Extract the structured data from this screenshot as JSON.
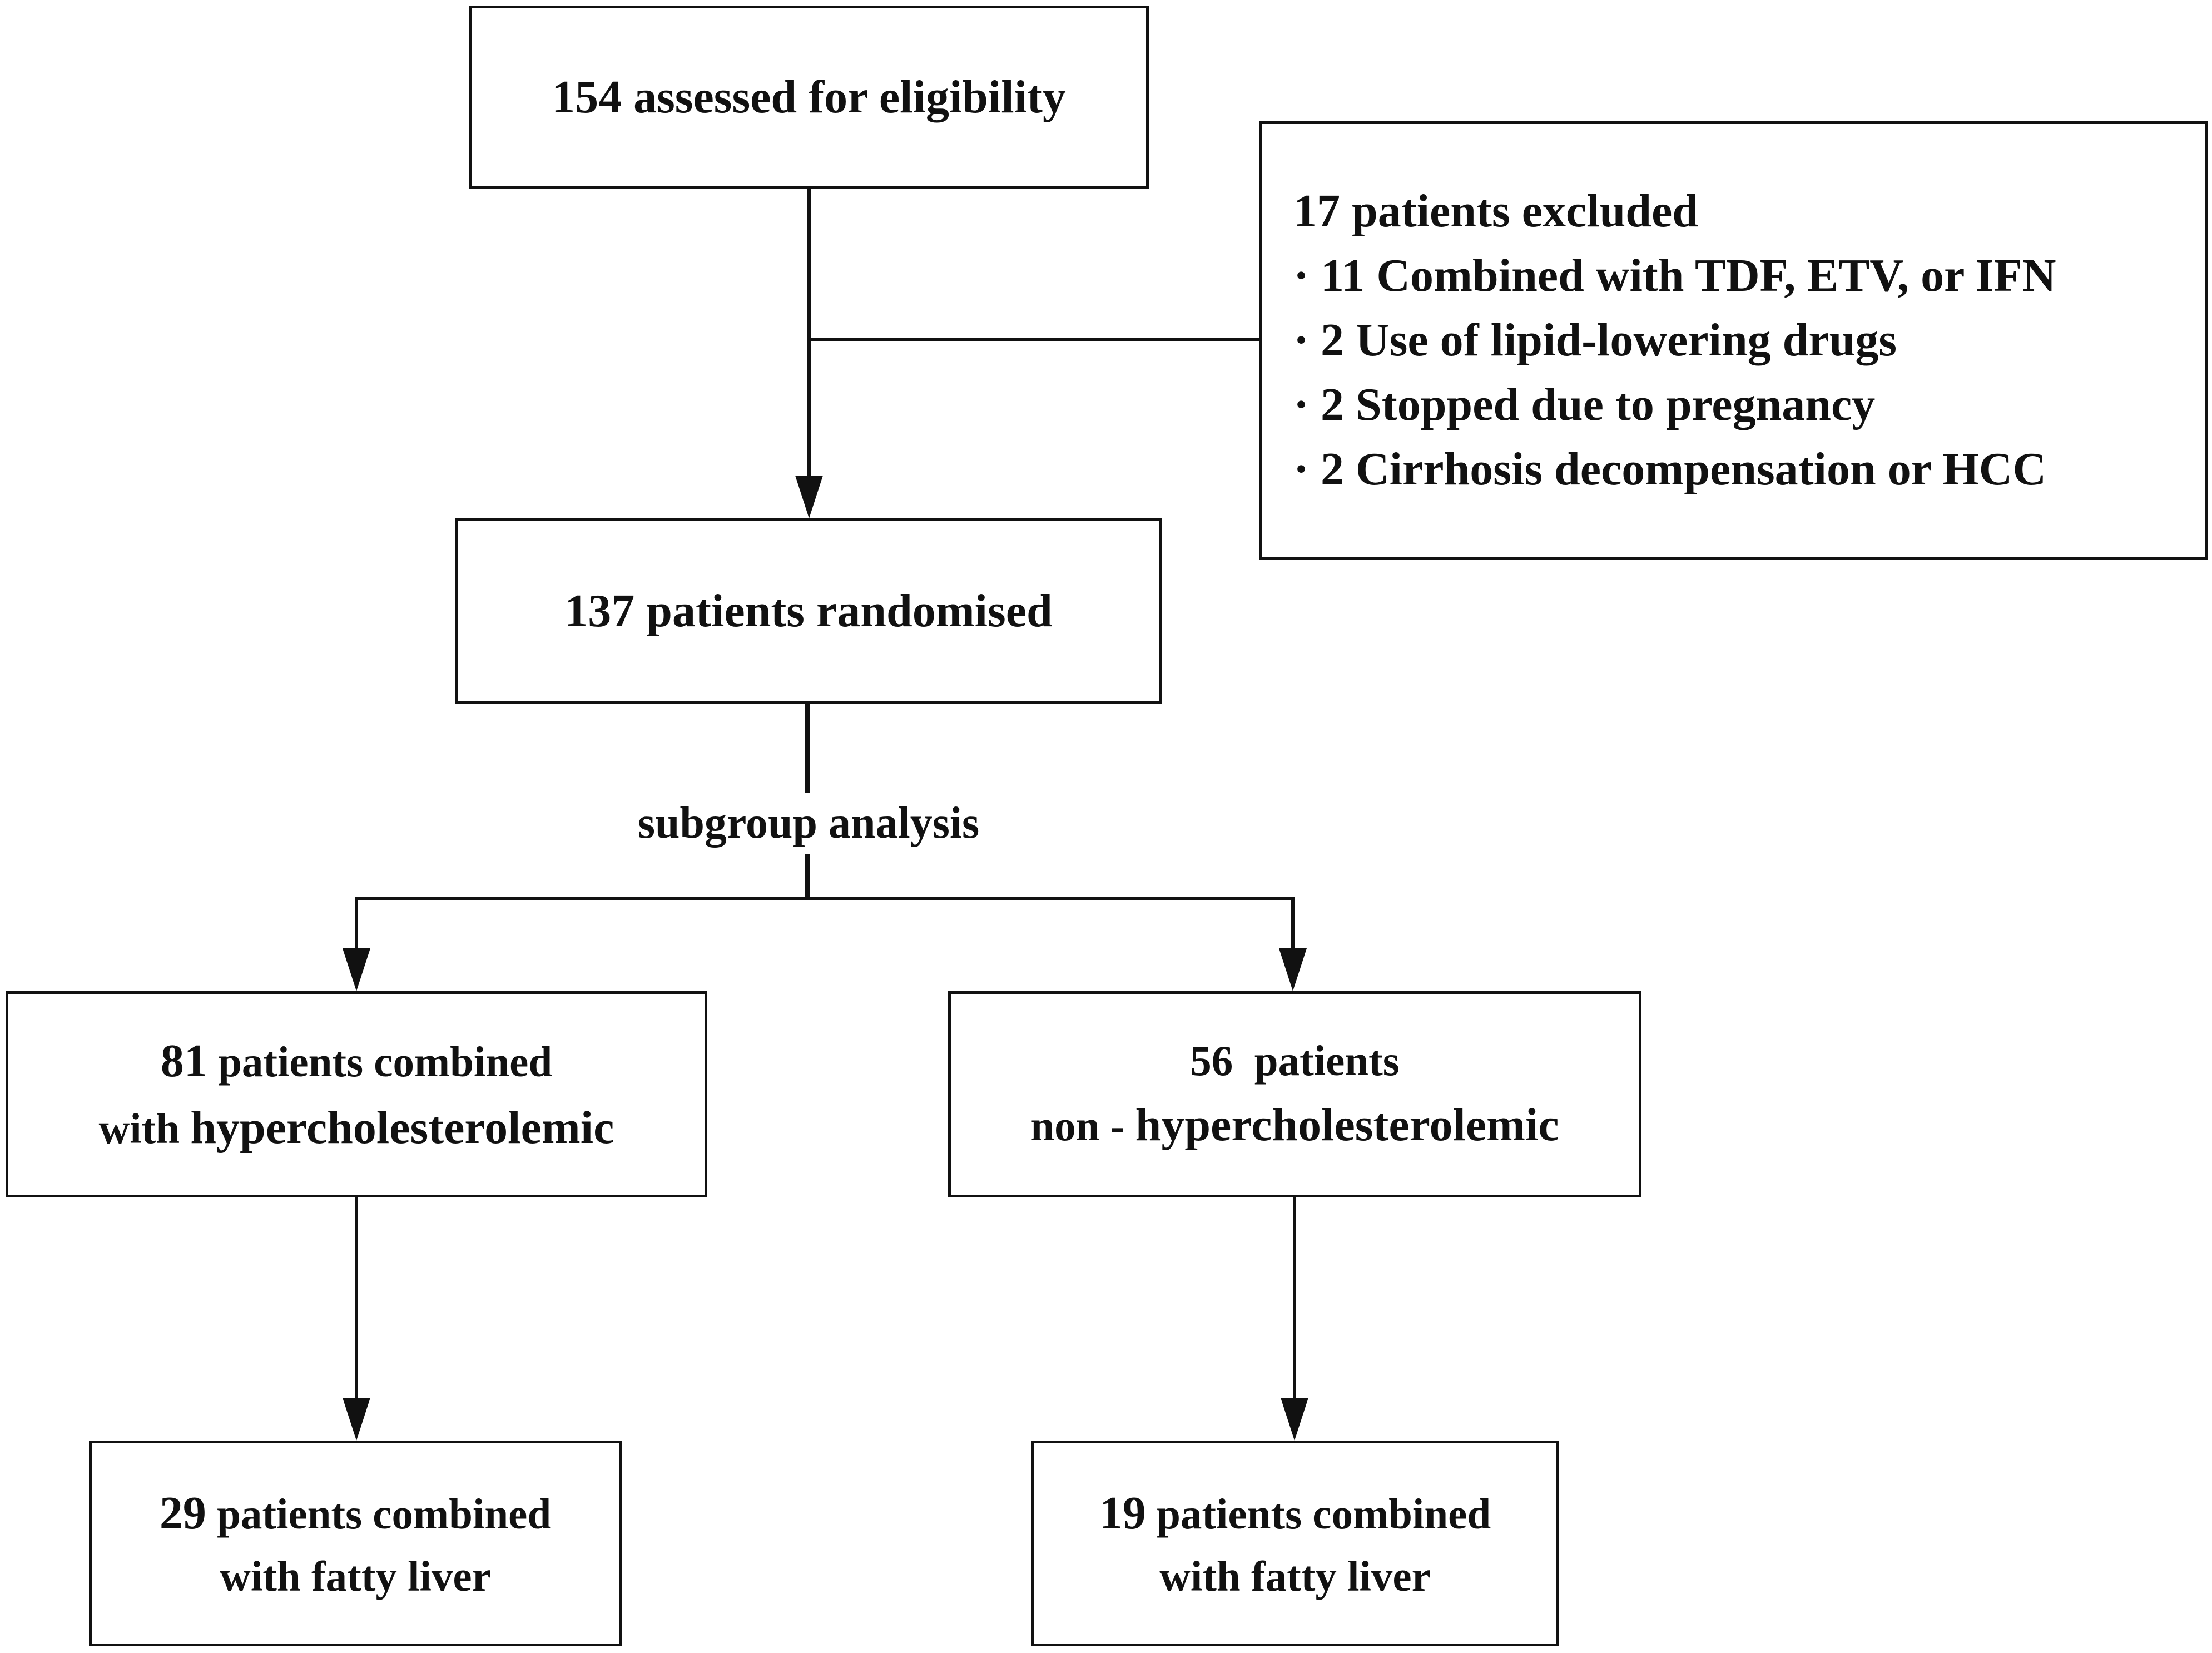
{
  "flowchart": {
    "eligibility": "154 assessed for eligibility",
    "excluded": {
      "heading": "17 patients excluded",
      "items": [
        "· 11 Combined with TDF, ETV, or IFN",
        "· 2 Use of lipid-lowering drugs",
        "· 2 Stopped due to pregnancy",
        "· 2 Cirrhosis decompensation or HCC"
      ]
    },
    "randomised": "137 patients randomised",
    "subgroup_label": "subgroup analysis",
    "hyper": {
      "num": "81",
      "line1_rest": " patients combined",
      "line2_prefix": "with ",
      "line2_big": "hypercholesterolemic"
    },
    "nonhyper": {
      "line1": "56  patients",
      "line2_prefix": "non - ",
      "line2_big": "hypercholesterolemic"
    },
    "fatty_left": {
      "num": "29",
      "line1_rest": " patients combined",
      "line2": "with fatty liver"
    },
    "fatty_right": {
      "num": "19",
      "line1_rest": " patients combined",
      "line2": "with fatty liver"
    }
  },
  "colors": {
    "stroke": "#111111",
    "background": "#ffffff"
  }
}
